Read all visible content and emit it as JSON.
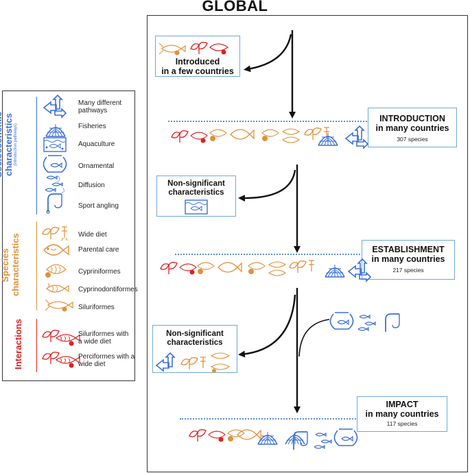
{
  "title": "GLOBAL",
  "legend": {
    "groups": [
      {
        "title": "Socioeconomic characteristics",
        "subtitle": "(introduction pathways)",
        "color": "#3a6fd8"
      },
      {
        "title": "Species characteristics",
        "color": "#e0913a"
      },
      {
        "title": "Interactions",
        "color": "#e02020"
      }
    ],
    "items": [
      {
        "label": "Many different pathways",
        "icon": "multi-arrow-icon"
      },
      {
        "label": "Fisheries",
        "icon": "fishing-net-icon"
      },
      {
        "label": "Aquaculture",
        "icon": "aquaculture-tank-icon"
      },
      {
        "label": "Ornamental",
        "icon": "fishbowl-icon"
      },
      {
        "label": "Diffusion",
        "icon": "diffusion-fish-icon"
      },
      {
        "label": "Sport angling",
        "icon": "fishing-hook-icon"
      },
      {
        "label": "Wide diet",
        "icon": "wide-diet-icon"
      },
      {
        "label": "Parental care",
        "icon": "parental-care-fish-icon"
      },
      {
        "label": "Cypriniformes",
        "icon": "cypriniformes-icon"
      },
      {
        "label": "Cyprinodontiformes",
        "icon": "cyprinodontiformes-icon"
      },
      {
        "label": "Siluriformes",
        "icon": "siluriformes-icon"
      },
      {
        "label": "Siluriformes with a wide diet",
        "icon": "siluriformes-wide-diet-icon"
      },
      {
        "label": "Perciformes with a wide diet",
        "icon": "perciformes-wide-diet-icon"
      }
    ]
  },
  "stages": {
    "introduced_few": {
      "line1": "Introduced",
      "line2": "in a few countries"
    },
    "introduction": {
      "line1": "INTRODUCTION",
      "line2": "in many countries",
      "count": "307 species"
    },
    "nonsig1": {
      "line1": "Non-significant",
      "line2": "characteristics"
    },
    "establishment": {
      "line1": "ESTABLISHMENT",
      "line2": "in many countries",
      "count": "217 species"
    },
    "nonsig2": {
      "line1": "Non-significant",
      "line2": "characteristics"
    },
    "impact": {
      "line1": "IMPACT",
      "line2": "in many countries",
      "count": "117 species"
    }
  },
  "colors": {
    "blue": "#3a6fd8",
    "orange": "#e0913a",
    "red": "#e02020",
    "card_border": "#6fa8dc"
  }
}
